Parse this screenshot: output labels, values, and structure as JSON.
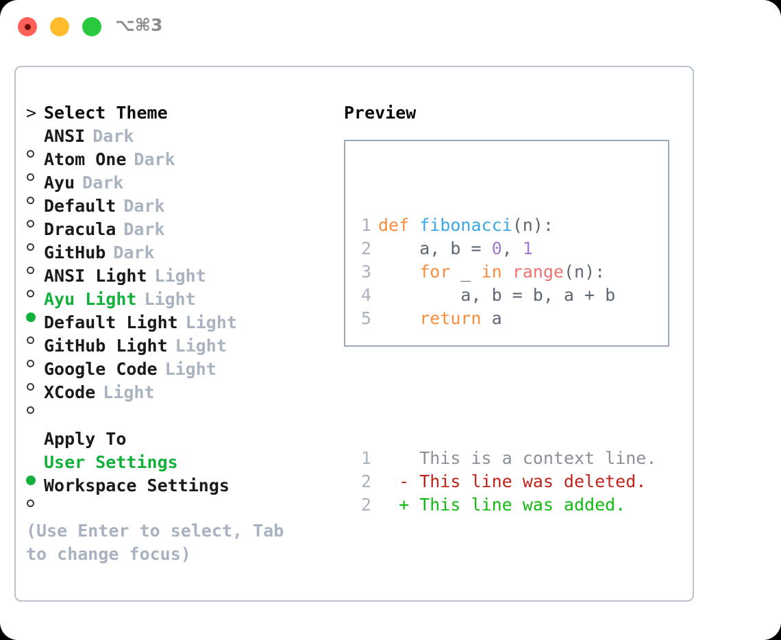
{
  "titlebar": {
    "shortcut": "⌥⌘3",
    "lights": [
      "close",
      "minimize",
      "maximize"
    ]
  },
  "left_panel": {
    "header": {
      "marker": ">",
      "label": "Select Theme"
    },
    "themes": [
      {
        "name": "ANSI",
        "variant": "Dark",
        "selected": false
      },
      {
        "name": "Atom One",
        "variant": "Dark",
        "selected": false
      },
      {
        "name": "Ayu",
        "variant": "Dark",
        "selected": false
      },
      {
        "name": "Default",
        "variant": "Dark",
        "selected": false
      },
      {
        "name": "Dracula",
        "variant": "Dark",
        "selected": false
      },
      {
        "name": "GitHub",
        "variant": "Dark",
        "selected": false
      },
      {
        "name": "ANSI Light",
        "variant": "Light",
        "selected": false
      },
      {
        "name": "Ayu Light",
        "variant": "Light",
        "selected": true
      },
      {
        "name": "Default Light",
        "variant": "Light",
        "selected": false
      },
      {
        "name": "GitHub Light",
        "variant": "Light",
        "selected": false
      },
      {
        "name": "Google Code",
        "variant": "Light",
        "selected": false
      },
      {
        "name": "XCode",
        "variant": "Light",
        "selected": false
      }
    ],
    "apply_to": {
      "header": "Apply To",
      "options": [
        {
          "label": "User Settings",
          "selected": true
        },
        {
          "label": "Workspace Settings",
          "selected": false
        }
      ]
    },
    "hint": "(Use Enter to select, Tab to change focus)"
  },
  "right_panel": {
    "title": "Preview",
    "code_lines": [
      {
        "number": "1",
        "tokens": [
          {
            "t": "def",
            "c": "kw"
          },
          {
            "t": " ",
            "c": "punct"
          },
          {
            "t": "fibonacci",
            "c": "fn"
          },
          {
            "t": "(n):",
            "c": "punct"
          }
        ]
      },
      {
        "number": "2",
        "tokens": [
          {
            "t": "    a, b = ",
            "c": "var"
          },
          {
            "t": "0",
            "c": "num"
          },
          {
            "t": ", ",
            "c": "var"
          },
          {
            "t": "1",
            "c": "num"
          }
        ]
      },
      {
        "number": "3",
        "tokens": [
          {
            "t": "    ",
            "c": "var"
          },
          {
            "t": "for",
            "c": "kw"
          },
          {
            "t": " _ ",
            "c": "var"
          },
          {
            "t": "in",
            "c": "kw"
          },
          {
            "t": " ",
            "c": "var"
          },
          {
            "t": "range",
            "c": "bi"
          },
          {
            "t": "(n):",
            "c": "punct"
          }
        ]
      },
      {
        "number": "4",
        "tokens": [
          {
            "t": "        a, b = b, a + b",
            "c": "var"
          }
        ]
      },
      {
        "number": "5",
        "tokens": [
          {
            "t": "    ",
            "c": "var"
          },
          {
            "t": "return",
            "c": "kw"
          },
          {
            "t": " a",
            "c": "var"
          }
        ]
      }
    ],
    "diff_lines": [
      {
        "number": "1",
        "sign": " ",
        "text": "This is a context line.",
        "kind": "ctx"
      },
      {
        "number": "2",
        "sign": "-",
        "text": "This line was deleted.",
        "kind": "del"
      },
      {
        "number": "2",
        "sign": "+",
        "text": "This line was added.",
        "kind": "add"
      }
    ]
  },
  "colors": {
    "selected_green": "#13b13c",
    "variant_gray": "#aab3c0",
    "hint_gray": "#a8b2c1",
    "panel_border": "#b9c2cd",
    "preview_border": "#9aa8b8",
    "keyword_orange": "#fa8d3e",
    "function_blue": "#3aa8e8",
    "number_purple": "#a37acc",
    "builtin_red": "#f07171",
    "diff_delete": "#c0231b",
    "diff_add": "#11bb11"
  }
}
